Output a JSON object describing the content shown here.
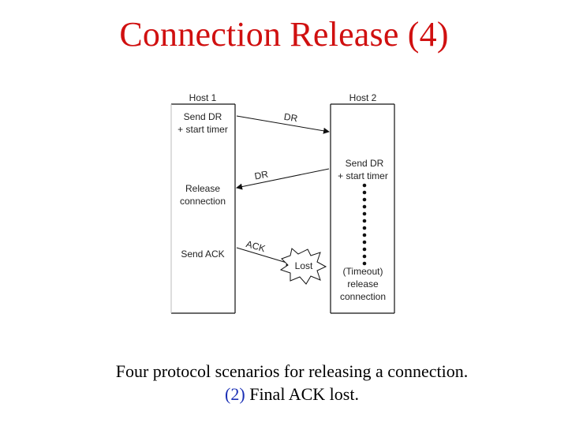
{
  "title": "Connection Release (4)",
  "diagram": {
    "host1": "Host 1",
    "host2": "Host 2",
    "host1_events": [
      [
        "Send DR",
        "+ start timer"
      ],
      [
        "Release",
        "connection"
      ],
      [
        "Send ACK"
      ]
    ],
    "host2_events": [
      [
        "Send DR",
        "+ start timer"
      ],
      [
        "(Timeout)",
        "release",
        "connection"
      ]
    ],
    "messages": [
      "DR",
      "DR",
      "ACK"
    ],
    "lost_label": "Lost"
  },
  "caption": {
    "line1": "Four protocol scenarios for releasing a connection.",
    "number": "(2)",
    "line2": "Final ACK lost."
  },
  "colors": {
    "title": "#d01010",
    "caption_number": "#1a2fb5",
    "lines": "#111111"
  }
}
